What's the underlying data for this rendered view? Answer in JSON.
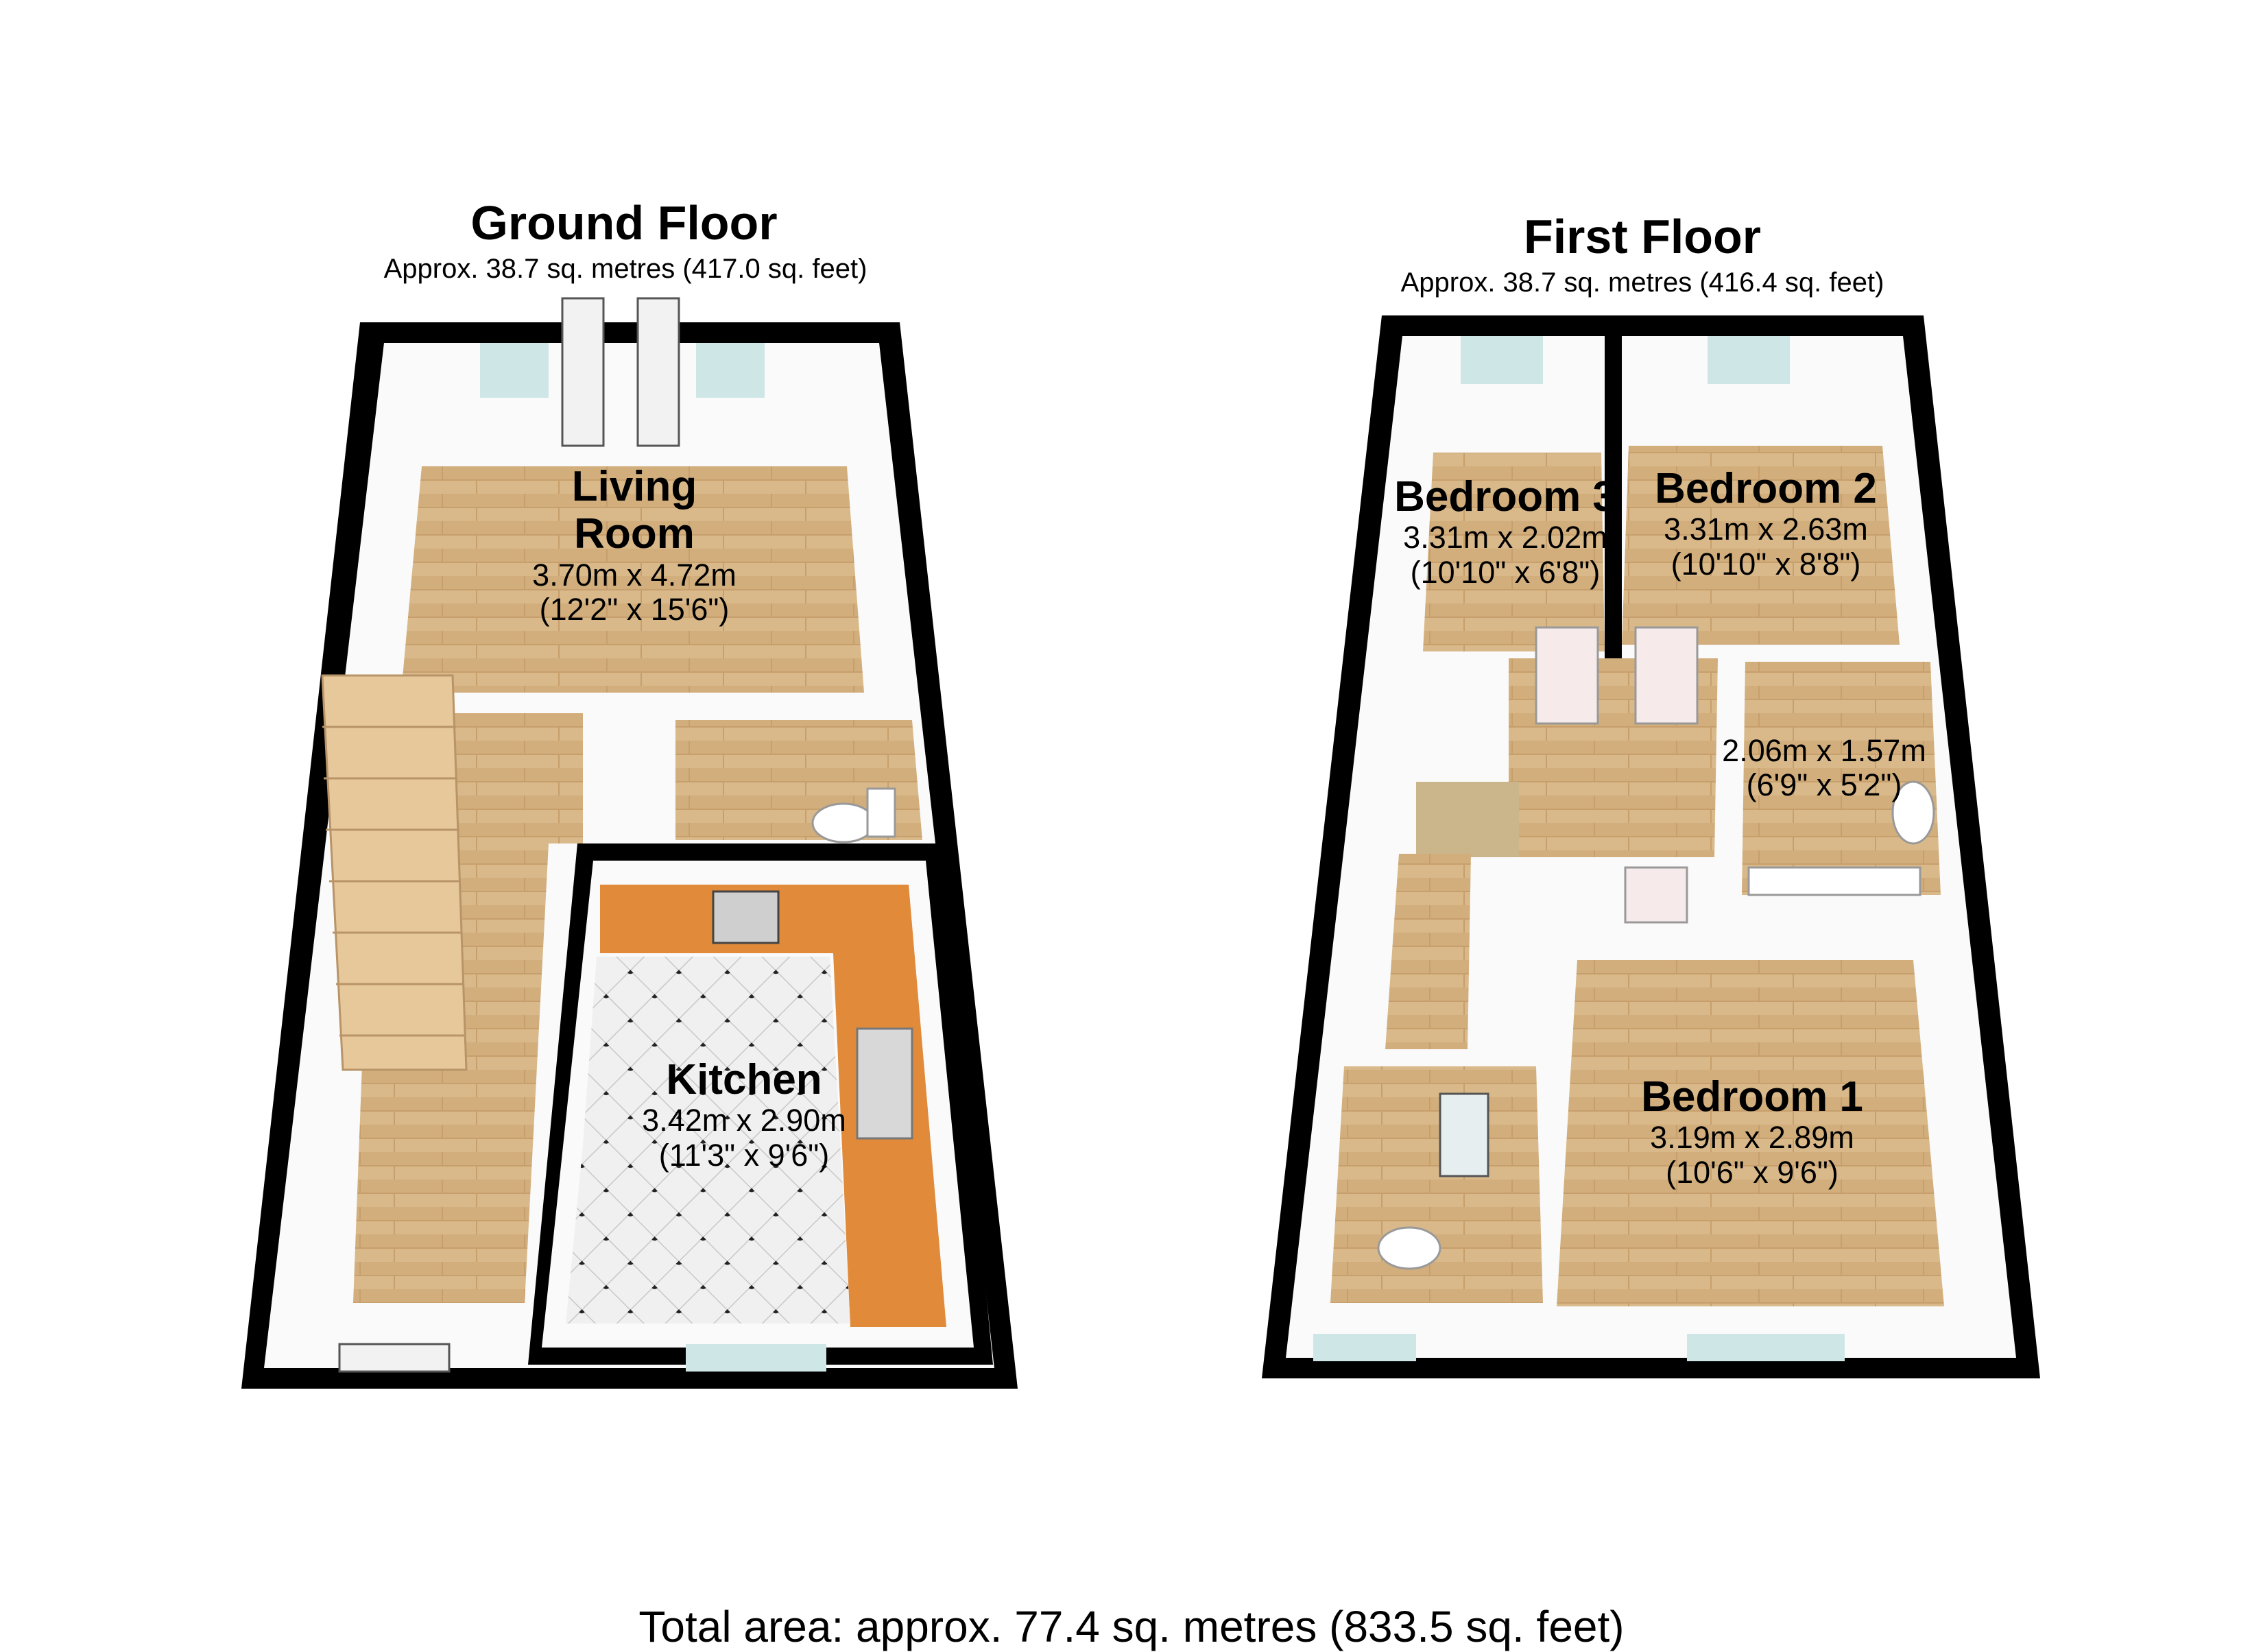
{
  "ground_floor": {
    "title": "Ground Floor",
    "area": "Approx. 38.7 sq. metres (417.0 sq. feet)",
    "rooms": [
      {
        "name_line1": "Living",
        "name_line2": "Room",
        "metric": "3.70m x 4.72m",
        "imperial": "(12'2\" x 15'6\")"
      },
      {
        "name_line1": "Kitchen",
        "name_line2": "",
        "metric": "3.42m x 2.90m",
        "imperial": "(11'3\" x 9'6\")"
      }
    ]
  },
  "first_floor": {
    "title": "First Floor",
    "area": "Approx. 38.7 sq. metres (416.4 sq. feet)",
    "rooms": [
      {
        "name": "Bedroom 3",
        "metric": "3.31m x 2.02m",
        "imperial": "(10'10\" x 6'8\")"
      },
      {
        "name": "Bedroom 2",
        "metric": "3.31m x 2.63m",
        "imperial": "(10'10\" x 8'8\")"
      },
      {
        "name": "",
        "metric": "2.06m x 1.57m",
        "imperial": "(6'9\" x 5'2\")"
      },
      {
        "name": "Bedroom 1",
        "metric": "3.19m x 2.89m",
        "imperial": "(10'6\" x 9'6\")"
      }
    ]
  },
  "total_area": "Total area: approx. 77.4 sq. metres (833.5 sq. feet)",
  "colors": {
    "wall": "#000000",
    "wood_floor": "#d8b98c",
    "kitchen_worktop": "#e08a3a",
    "tile_floor": "#ececec",
    "window_glass": "#cfe6e6",
    "door": "#f2f2f2"
  }
}
